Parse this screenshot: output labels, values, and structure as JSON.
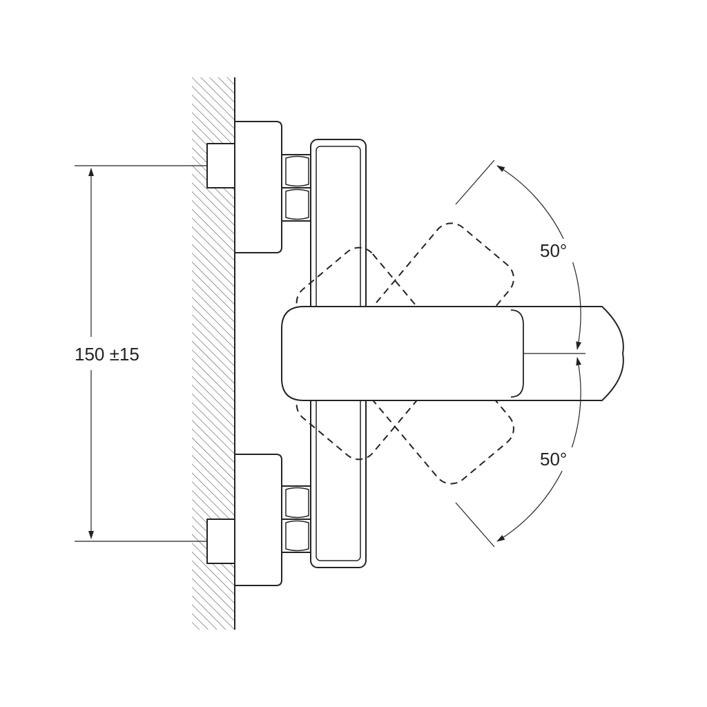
{
  "dimensions": {
    "spacing_label": "150 ±15",
    "upper_angle_label": "50°",
    "lower_angle_label": "50°"
  },
  "colors": {
    "line": "#222222",
    "hatch": "#555555",
    "background": "#ffffff"
  }
}
